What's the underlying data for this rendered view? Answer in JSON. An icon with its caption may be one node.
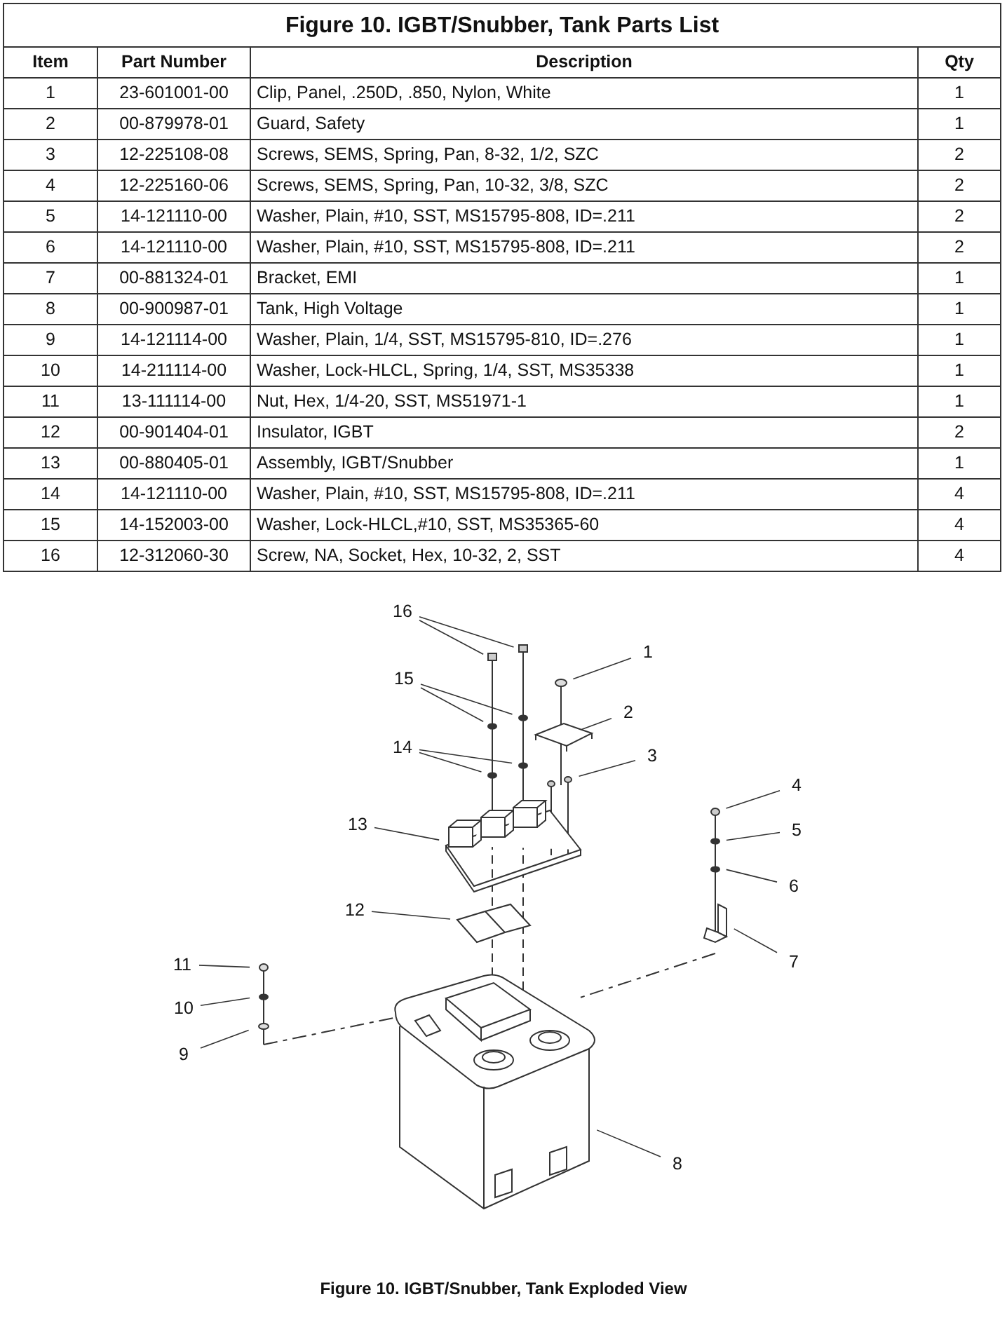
{
  "diagram": {
    "title": "Figure 10.  IGBT/Snubber, Tank Parts List",
    "caption": "Figure 10.  IGBT/Snubber, Tank Exploded View",
    "nodes": [
      {
        "text": [
          "16"
        ]
      },
      {
        "text": [
          "1"
        ]
      },
      {
        "text": [
          "15"
        ]
      },
      {
        "text": [
          "2"
        ]
      },
      {
        "text": [
          "14"
        ]
      },
      {
        "text": [
          "3"
        ]
      },
      {
        "text": [
          "13"
        ]
      },
      {
        "text": [
          "4"
        ]
      },
      {
        "text": [
          "5"
        ]
      },
      {
        "text": [
          "6"
        ]
      },
      {
        "text": [
          "12"
        ]
      },
      {
        "text": [
          "7"
        ]
      },
      {
        "text": [
          "11"
        ]
      },
      {
        "text": [
          "10"
        ]
      },
      {
        "text": [
          "9"
        ]
      },
      {
        "text": [
          "8"
        ]
      }
    ],
    "edges": [
      {
        "from": 0,
        "to": null,
        "arrow": "none"
      },
      {
        "from": 0,
        "to": null,
        "arrow": "none"
      },
      {
        "from": 1,
        "to": null,
        "arrow": "none"
      },
      {
        "from": 2,
        "to": null,
        "arrow": "none"
      },
      {
        "from": 2,
        "to": null,
        "arrow": "none"
      },
      {
        "from": 3,
        "to": null,
        "arrow": "none"
      },
      {
        "from": 4,
        "to": null,
        "arrow": "none"
      },
      {
        "from": 4,
        "to": null,
        "arrow": "none"
      },
      {
        "from": 5,
        "to": null,
        "arrow": "none"
      },
      {
        "from": 6,
        "to": null,
        "arrow": "none"
      },
      {
        "from": 7,
        "to": null,
        "arrow": "none"
      },
      {
        "from": 8,
        "to": null,
        "arrow": "none"
      },
      {
        "from": 9,
        "to": null,
        "arrow": "none"
      },
      {
        "from": 10,
        "to": null,
        "arrow": "none"
      },
      {
        "from": 11,
        "to": null,
        "arrow": "none"
      },
      {
        "from": 12,
        "to": null,
        "arrow": "none"
      },
      {
        "from": 13,
        "to": null,
        "arrow": "none"
      },
      {
        "from": 14,
        "to": null,
        "arrow": "none"
      },
      {
        "from": 15,
        "to": null,
        "arrow": "none"
      }
    ],
    "labels": [
      "Item",
      "Part Number",
      "Description",
      "Qty",
      "1",
      "23-601001-00",
      "Clip, Panel, .250D, .850, Nylon, White",
      "1",
      "2",
      "00-879978-01",
      "Guard, Safety",
      "1",
      "3",
      "12-225108-08",
      "Screws, SEMS, Spring, Pan, 8-32, 1/2, SZC",
      "2",
      "4",
      "12-225160-06",
      "Screws, SEMS, Spring, Pan, 10-32, 3/8, SZC",
      "2",
      "5",
      "14-121110-00",
      "Washer, Plain, #10, SST, MS15795-808, ID=.211",
      "2",
      "6",
      "14-121110-00",
      "Washer, Plain, #10, SST, MS15795-808, ID=.211",
      "2",
      "7",
      "00-881324-01",
      "Bracket, EMI",
      "1",
      "8",
      "00-900987-01",
      "Tank, High Voltage",
      "1",
      "9",
      "14-121114-00",
      "Washer, Plain, 1/4, SST, MS15795-810, ID=.276",
      "1",
      "10",
      "14-211114-00",
      "Washer, Lock-HLCL, Spring, 1/4, SST, MS35338",
      "1",
      "11",
      "13-111114-00",
      "Nut, Hex, 1/4-20, SST, MS51971-1",
      "1",
      "12",
      "00-901404-01",
      "Insulator, IGBT",
      "2",
      "13",
      "00-880405-01",
      "Assembly, IGBT/Snubber",
      "1",
      "14",
      "14-121110-00",
      "Washer, Plain, #10, SST, MS15795-808, ID=.211",
      "4",
      "15",
      "14-152003-00",
      "Washer, Lock-HLCL,#10, SST, MS35365-60",
      "4",
      "16",
      "12-312060-30",
      "Screw, NA, Socket, Hex, 10-32, 2, SST",
      "4"
    ]
  }
}
